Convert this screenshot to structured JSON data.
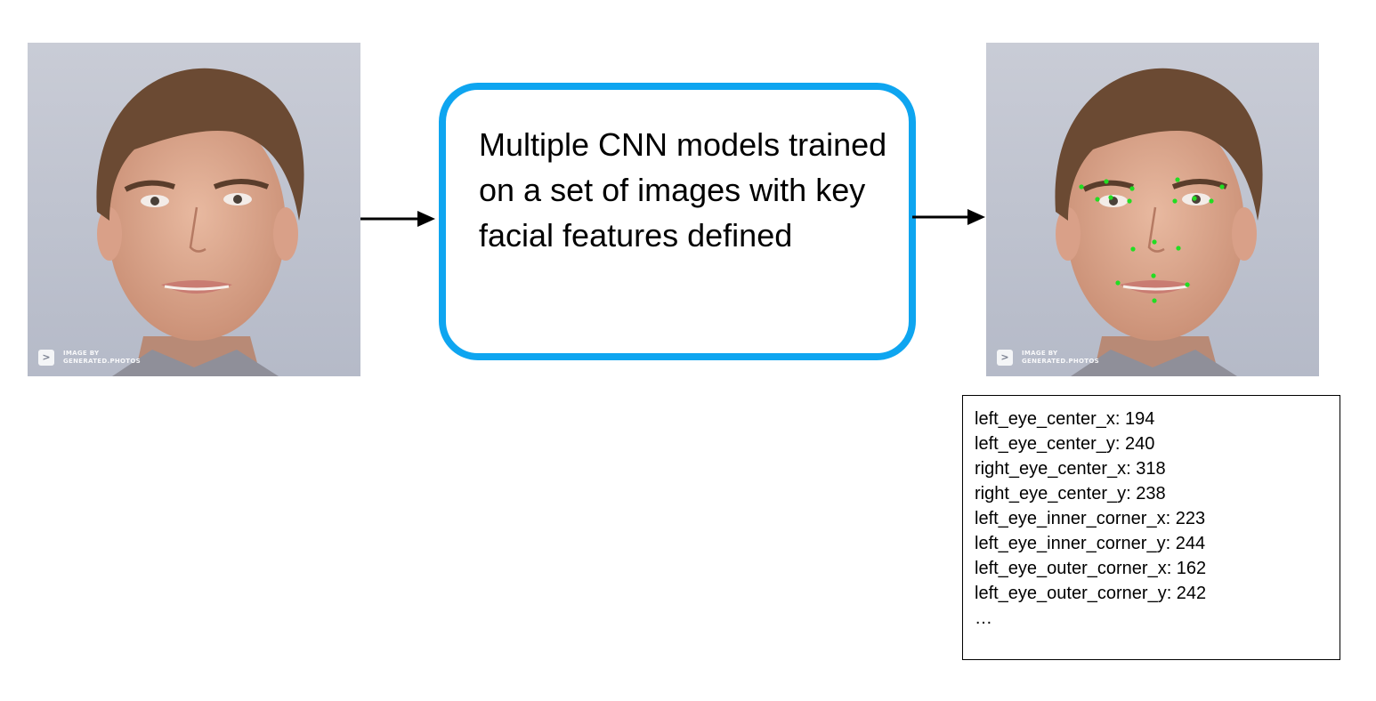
{
  "input_photo": {
    "watermark_line1": "IMAGE BY",
    "watermark_line2": "GENERATED.PHOTOS",
    "badge_glyph": ">"
  },
  "model_box": {
    "text": "Multiple CNN models trained on a set of images with key facial features defined",
    "border_color": "#0ea5f0"
  },
  "output_photo": {
    "watermark_line1": "IMAGE BY",
    "watermark_line2": "GENERATED.PHOTOS",
    "badge_glyph": ">",
    "landmark_color": "#22dd22"
  },
  "features": {
    "lines": [
      "left_eye_center_x: 194",
      "left_eye_center_y: 240",
      "right_eye_center_x: 318",
      "right_eye_center_y: 238",
      "left_eye_inner_corner_x: 223",
      "left_eye_inner_corner_y: 244",
      "left_eye_outer_corner_x: 162",
      "left_eye_outer_corner_y: 242",
      "…"
    ]
  }
}
